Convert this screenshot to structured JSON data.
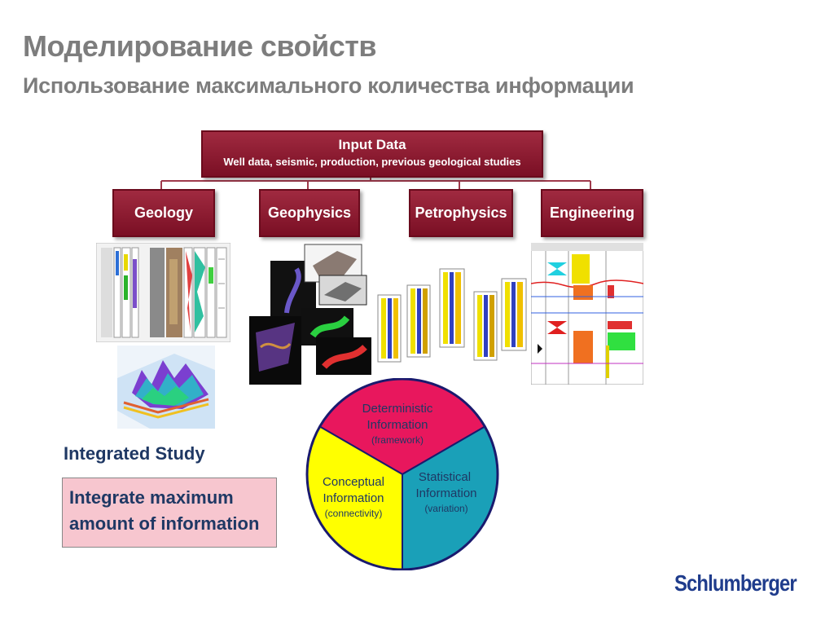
{
  "header": {
    "title": "Моделирование свойств",
    "subtitle": "Использование максимального количества информации"
  },
  "input_data": {
    "heading": "Input Data",
    "sources": "Well data, seismic,  production, previous geological studies"
  },
  "disciplines": [
    "Geology",
    "Geophysics",
    "Petrophysics",
    "Engineering"
  ],
  "wheel": {
    "deterministic": {
      "l1": "Deterministic",
      "l2": "Information",
      "l3": "(framework)"
    },
    "conceptual": {
      "l1": "Conceptual",
      "l2": "Information",
      "l3": "(connectivity)"
    },
    "statistical": {
      "l1": "Statistical",
      "l2": "Information",
      "l3": "(variation)"
    }
  },
  "study": {
    "title": "Integrated Study",
    "line1": "Integrate maximum",
    "line2": "amount of information"
  },
  "logo": "Schlumberger",
  "colors": {
    "box": "#8b1a30",
    "deterministic": "#e8175d",
    "conceptual": "#ffff00",
    "statistical": "#1aa0b8",
    "text_blue": "#1f3864"
  }
}
